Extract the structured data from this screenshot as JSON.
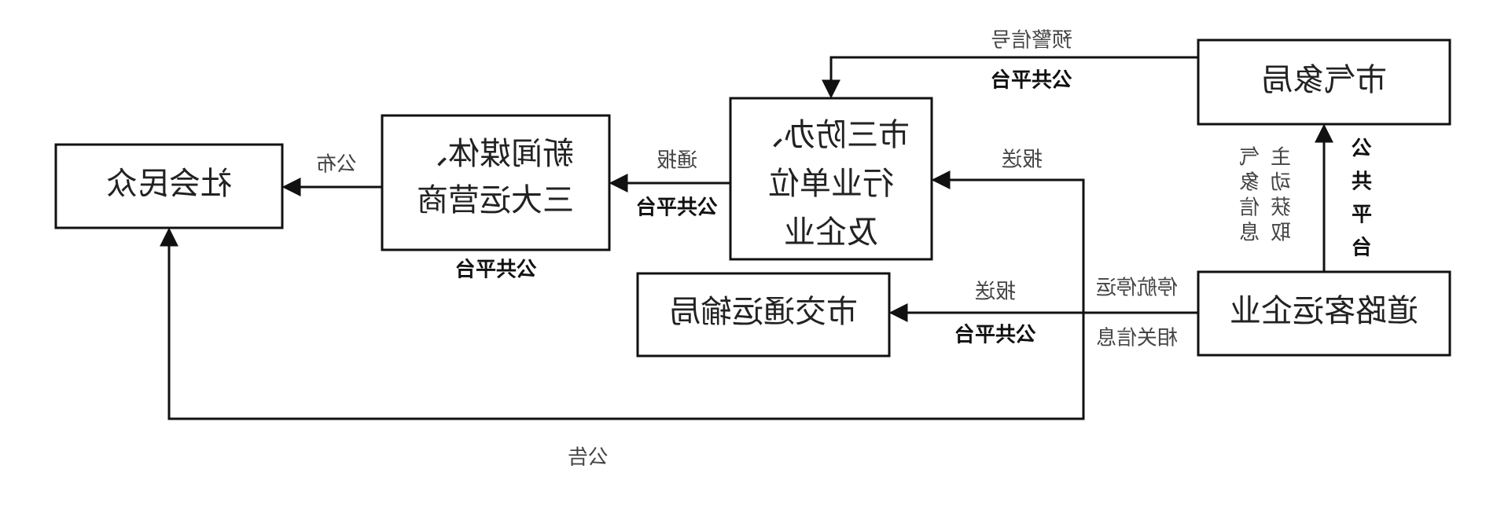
{
  "nodes": {
    "weather_bureau": "市气象局",
    "three_defense": [
      "市三防办、",
      "行业单位",
      "及企业"
    ],
    "news_media": [
      "新闻媒体、",
      "三大运营商"
    ],
    "public": "社会民众",
    "transport_bureau": "市交通运输局",
    "road_transport": "道路客运企业"
  },
  "edges": {
    "warning_signal": "预警信号",
    "public_platform": "公共平台",
    "report_send": "报送",
    "notify": "通报",
    "publish": "公布",
    "announce": "公告",
    "stop_service_info": [
      "停航停运",
      "相关信息"
    ],
    "active_weather_info": [
      "主动获取",
      "气象信息"
    ],
    "vertical_platform": [
      "公",
      "共",
      "平",
      "台"
    ]
  },
  "colors": {
    "line": "#111111",
    "text": "#222222"
  }
}
